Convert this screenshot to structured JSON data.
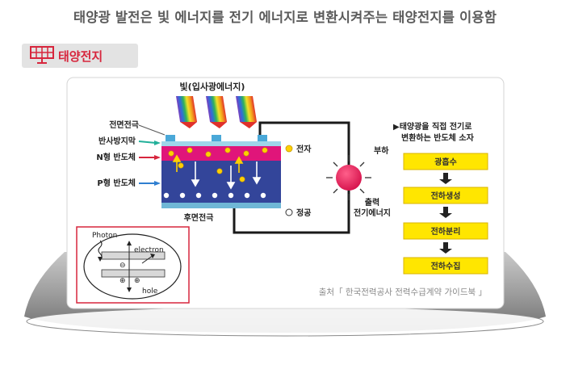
{
  "headline": "태양광 발전은 빛 에너지를 전기 에너지로 변환시켜주는 태양전지를 이용함",
  "section_badge": {
    "label": "태양전지",
    "icon": "solar-panel-icon",
    "color": "#d7263d"
  },
  "diagram": {
    "light_label": "빛(입사광에너지)",
    "layer_labels": {
      "front_electrode": "전면전극",
      "antireflection": "반사방지막",
      "n_type": "N형 반도체",
      "p_type": "P형 반도체",
      "back_electrode": "후면전극"
    },
    "legend": {
      "electron": "전자",
      "hole": "정공"
    },
    "load_label": "부하",
    "output_label_line1": "출력",
    "output_label_line2": "전기에너지",
    "inset": {
      "photon": "Photon",
      "electron": "electron",
      "hole": "hole"
    },
    "process": {
      "description_line1": "▶태양광을 직접 전기로",
      "description_line2": "변환하는 반도체 소자",
      "steps": [
        "광흡수",
        "전하생성",
        "전하분리",
        "전하수집"
      ]
    },
    "source": "출처「 한국전력공사 전력수급계약 가이드북 」"
  },
  "colors": {
    "n_layer": "#e0157a",
    "p_layer": "#33459a",
    "step_fill": "#ffe600",
    "electron": "#ffd000",
    "accent_red": "#d7263d"
  }
}
